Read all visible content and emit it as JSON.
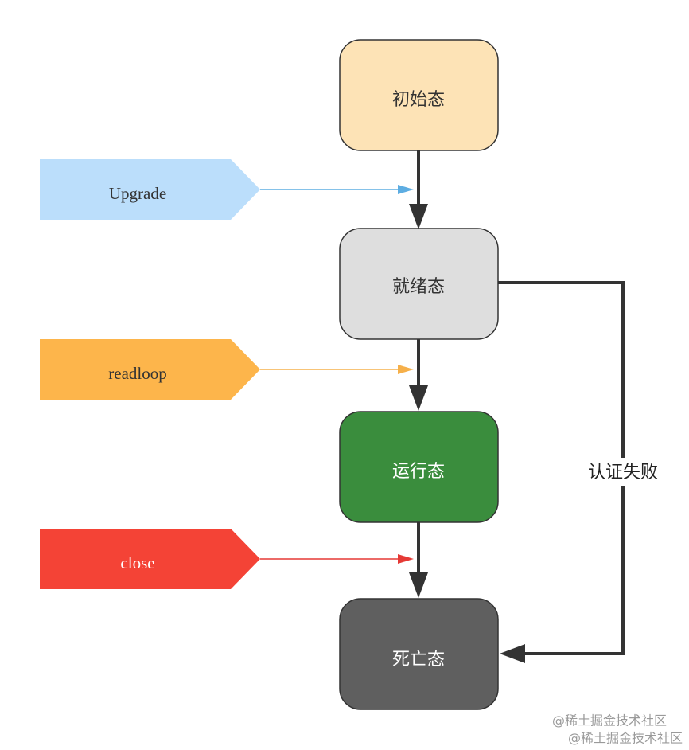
{
  "states": {
    "initial": {
      "label": "初始态",
      "fill": "#fde3b6",
      "text_color": "#333333"
    },
    "ready": {
      "label": "就绪态",
      "fill": "#dedede",
      "text_color": "#333333"
    },
    "running": {
      "label": "运行态",
      "fill": "#3a8d3d",
      "text_color": "#ffffff"
    },
    "dead": {
      "label": "死亡态",
      "fill": "#5f5f5f",
      "text_color": "#ffffff"
    }
  },
  "events": {
    "upgrade": {
      "label": "Upgrade",
      "fill": "#bbdefb",
      "line_color": "#5dade2",
      "text_color": "#333333"
    },
    "readloop": {
      "label": "readloop",
      "fill": "#fdb54b",
      "line_color": "#f6b04a",
      "text_color": "#333333"
    },
    "close": {
      "label": "close",
      "fill": "#f44336",
      "line_color": "#e53935",
      "text_color": "#ffffff"
    }
  },
  "edges": {
    "auth_failed": {
      "label": "认证失败"
    }
  },
  "colors": {
    "edge": "#333333",
    "border": "#333333"
  },
  "watermark": {
    "text": "@稀土掘金技术社区"
  }
}
